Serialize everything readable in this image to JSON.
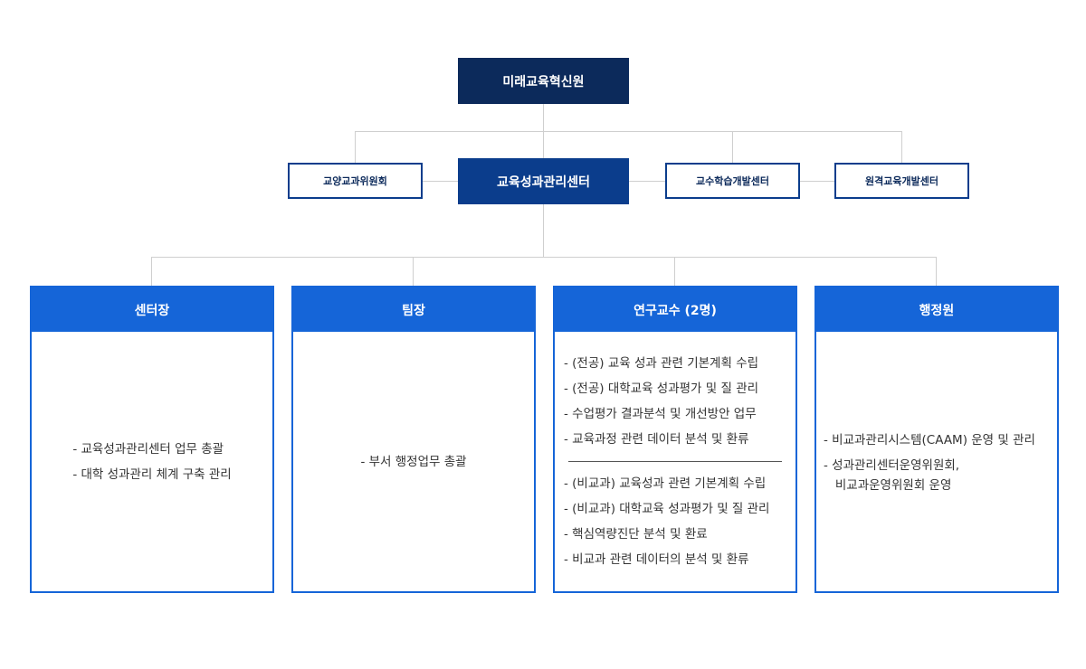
{
  "org": {
    "top": "미래교육혁신원",
    "center": "교육성과관리센터",
    "side_left": "교양교과위원회",
    "side_right_1": "교수학습개발센터",
    "side_right_2": "원격교육개발센터"
  },
  "cards": [
    {
      "title": "센터장",
      "items": [
        "- 교육성과관리센터 업무 총괄",
        "- 대학 성과관리 체계 구축 관리"
      ]
    },
    {
      "title": "팀장",
      "items": [
        "- 부서 행정업무 총괄"
      ]
    },
    {
      "title": "연구교수 (2명)",
      "group1": [
        "- (전공) 교육 성과 관련 기본계획 수립",
        "- (전공) 대학교육 성과평가 및 질 관리",
        "- 수업평가 결과분석 및 개선방안 업무",
        "- 교육과정 관련 데이터 분석 및 환류"
      ],
      "group2": [
        "- (비교과) 교육성과 관련 기본계획 수립",
        "- (비교과) 대학교육 성과평가 및 질 관리",
        "- 핵심역량진단 분석 및 환료",
        "- 비교과 관련 데이터의 분석 및 환류"
      ]
    },
    {
      "title": "행정원",
      "items": [
        "- 비교과관리시스템(CAAM) 운영 및 관리"
      ],
      "item_multi": "- 성과관리센터운영위원회,\n   비교과운영위원회 운영"
    }
  ],
  "colors": {
    "top_box": "#0c2a5b",
    "center_box": "#0b3d8c",
    "card_accent": "#1565d8",
    "connector": "#cfcfcf"
  }
}
